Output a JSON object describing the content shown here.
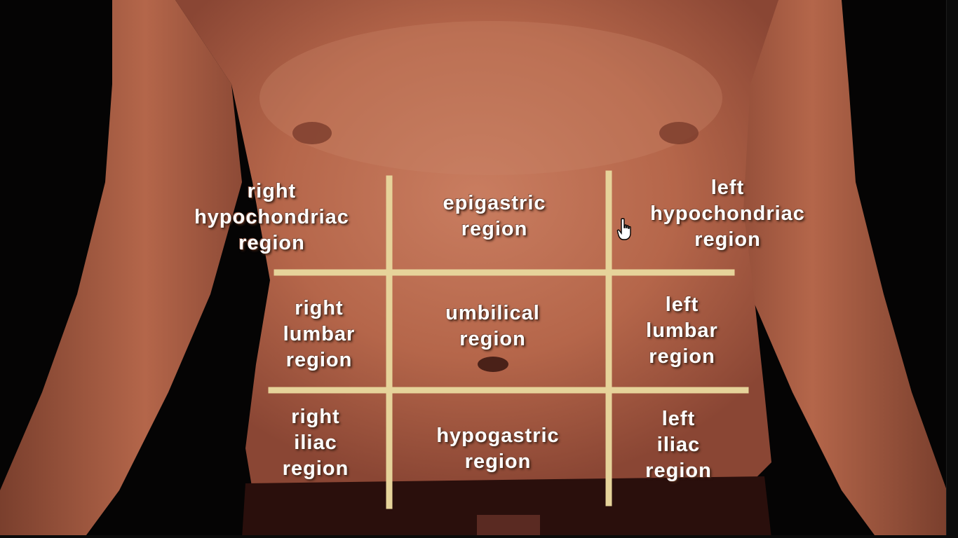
{
  "regions": {
    "right_hypochondriac": "right\nhypochondriac\nregion",
    "epigastric": "epigastric\nregion",
    "left_hypochondriac": "left\nhypochondriac\nregion",
    "right_lumbar": "right\nlumbar\nregion",
    "umbilical": "umbilical\nregion",
    "left_lumbar": "left\nlumbar\nregion",
    "right_iliac": "right\niliac\nregion",
    "hypogastric": "hypogastric\nregion",
    "left_iliac": "left\niliac\nregion"
  },
  "colors": {
    "background": "#050404",
    "skin": "#b96a4f",
    "grid_line": "#e6d39a",
    "label_text": "#ffffff"
  },
  "icons": {
    "cursor": "hand-pointer-icon"
  }
}
